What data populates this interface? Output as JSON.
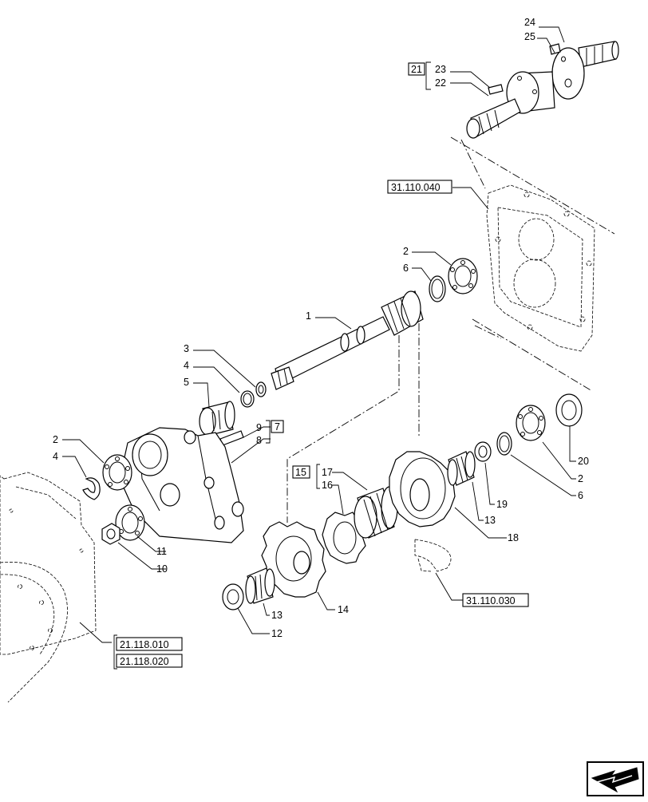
{
  "parts": {
    "p1": "1",
    "p2a": "2",
    "p2b": "2",
    "p2c": "2",
    "p3": "3",
    "p4a": "4",
    "p4b": "4",
    "p5": "5",
    "p6a": "6",
    "p6b": "6",
    "p7": "7",
    "p8": "8",
    "p9": "9",
    "p10": "10",
    "p11": "11",
    "p12": "12",
    "p13a": "13",
    "p13b": "13",
    "p14": "14",
    "p15": "15",
    "p16": "16",
    "p17": "17",
    "p18": "18",
    "p19": "19",
    "p20": "20",
    "p21": "21",
    "p22": "22",
    "p23": "23",
    "p24": "24",
    "p25": "25"
  },
  "refs": {
    "r1": "31.110.040",
    "r2": "31.110.030",
    "r3": "21.118.010",
    "r4": "21.118.020"
  },
  "icons": {
    "nav": "arrow-icon"
  }
}
